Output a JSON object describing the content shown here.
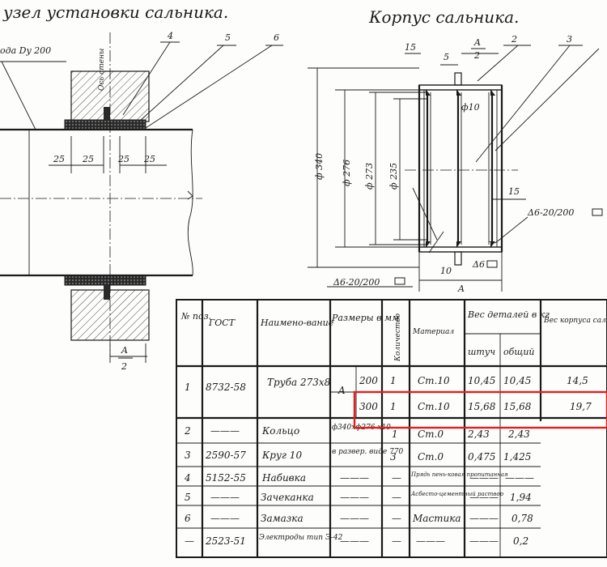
{
  "titles": {
    "left": "узел установки сальника.",
    "right": "Корпус сальника."
  },
  "left_view": {
    "pipe_label": "ода Dy 200",
    "wall_label": "Ось стены",
    "leaders": [
      "4",
      "5",
      "6"
    ],
    "dims": [
      "25",
      "25",
      "25",
      "25"
    ],
    "fraction": {
      "num": "A",
      "den": "2"
    }
  },
  "right_view": {
    "leaders": [
      "2",
      "3"
    ],
    "dims": {
      "d340": "ф 340",
      "d276": "ф 276",
      "d273": "ф 273",
      "d235": "ф 235",
      "top15": "15",
      "top5": "5",
      "a_half_num": "A",
      "a_half_den": "2",
      "d10": "ф10",
      "side15": "15",
      "weld_right": "Δ6-20/200",
      "weld_bottom": "Δ6-20/200",
      "weld_small": "Δ6",
      "bottom10": "10",
      "bottomA": "A"
    }
  },
  "table": {
    "headers": {
      "no": "№ поз.",
      "gost": "ГОСТ",
      "name": "Наимено-вание",
      "dims": "Размеры в мм",
      "qty": "Количество",
      "material": "Материал",
      "weight": "Вес деталей в кг",
      "weight_each": "штуч",
      "weight_total": "общий",
      "housing": "Вес корпуса сальника в кг"
    },
    "rows": [
      {
        "no": "1",
        "gost": "8732-58",
        "name": "Труба 273x8",
        "dimA": "A",
        "dim": "200",
        "qty": "1",
        "material": "Ст.10",
        "each": "10,45",
        "total": "10,45",
        "housing": "14,5"
      },
      {
        "no": "",
        "gost": "",
        "name": "",
        "dimA": "",
        "dim": "300",
        "qty": "1",
        "material": "Ст.10",
        "each": "15,68",
        "total": "15,68",
        "housing": "19,7"
      },
      {
        "no": "2",
        "gost": "———",
        "name": "Кольцо",
        "dimA": "",
        "dim": "ф340хф276 х10",
        "qty": "1",
        "material": "Ст.0",
        "each": "2,43",
        "total": "2,43",
        "housing": ""
      },
      {
        "no": "3",
        "gost": "2590-57",
        "name": "Круг 10",
        "dimA": "",
        "dim": "в развер. виде 770",
        "qty": "3",
        "material": "Ст.0",
        "each": "0,475",
        "total": "1,425",
        "housing": ""
      },
      {
        "no": "4",
        "gost": "5152-55",
        "name": "Набивка",
        "dimA": "",
        "dim": "———",
        "qty": "—",
        "material": "Прядь пень-ковая пропитанная",
        "each": "———",
        "total": "———",
        "housing": ""
      },
      {
        "no": "5",
        "gost": "———",
        "name": "Зачеканка",
        "dimA": "",
        "dim": "———",
        "qty": "—",
        "material": "Асбесто-цементный раствор",
        "each": "———",
        "total": "1,94",
        "housing": ""
      },
      {
        "no": "6",
        "gost": "———",
        "name": "Замазка",
        "dimA": "",
        "dim": "———",
        "qty": "—",
        "material": "Мастика",
        "each": "———",
        "total": "0,78",
        "housing": ""
      },
      {
        "no": "—",
        "gost": "2523-51",
        "name": "Электроды тип Э-42",
        "dimA": "",
        "dim": "———",
        "qty": "—",
        "material": "———",
        "each": "———",
        "total": "0,2",
        "housing": ""
      }
    ],
    "highlight_color": "#e0201e"
  }
}
